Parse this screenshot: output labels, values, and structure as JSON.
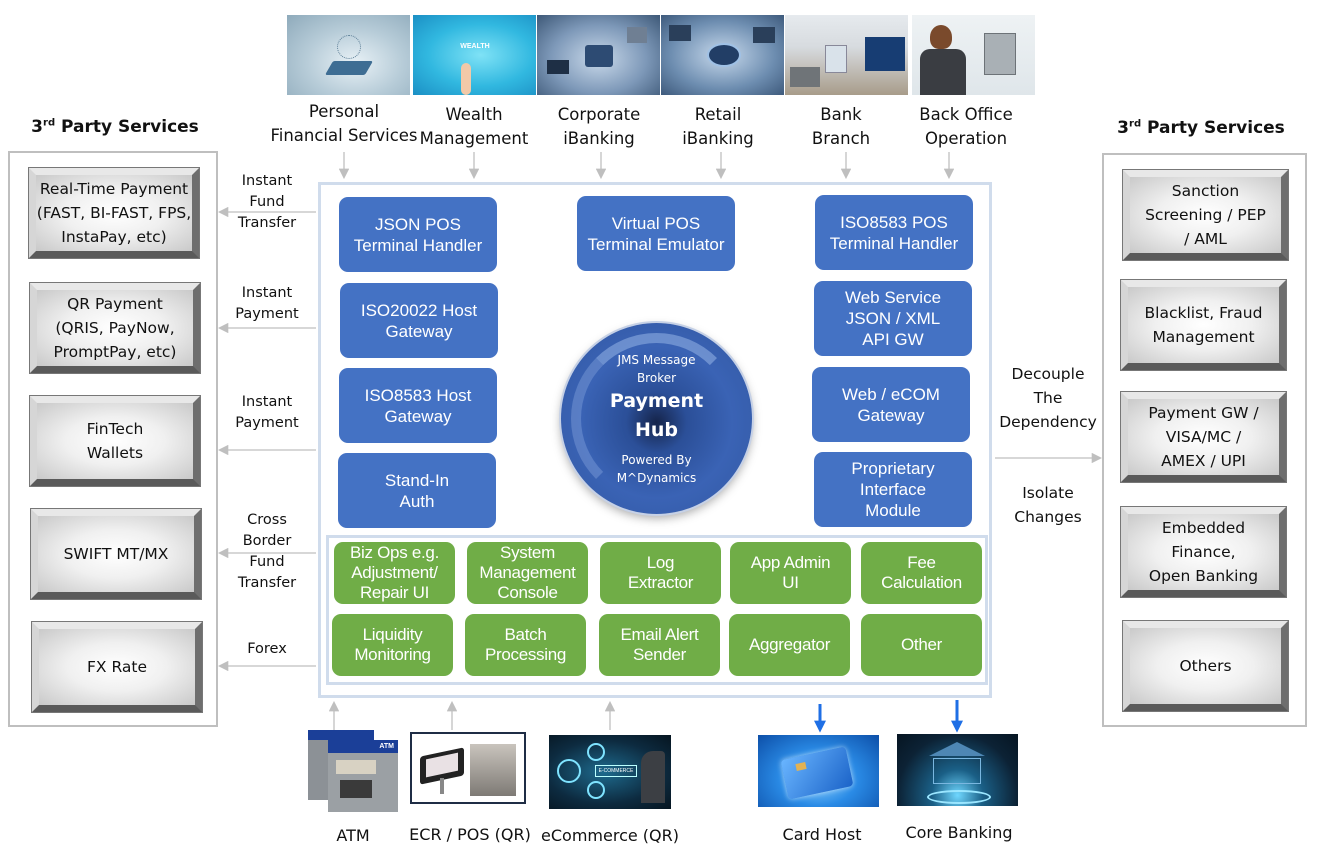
{
  "left_panel": {
    "title_main": "3",
    "title_sup": "rd",
    "title_rest": " Party Services",
    "items": [
      {
        "label_lines": [
          "Real-Time Payment",
          "(FAST, BI-FAST, FPS,",
          "InstaPay, etc)"
        ]
      },
      {
        "label_lines": [
          "QR Payment",
          "(QRIS, PayNow,",
          "PromptPay, etc)"
        ]
      },
      {
        "label_lines": [
          "FinTech",
          "Wallets"
        ]
      },
      {
        "label_lines": [
          "SWIFT MT/MX"
        ]
      },
      {
        "label_lines": [
          "FX Rate"
        ]
      }
    ],
    "flows": [
      {
        "label_lines": [
          "Instant",
          "Fund",
          "Transfer"
        ]
      },
      {
        "label_lines": [
          "Instant",
          "Payment"
        ]
      },
      {
        "label_lines": [
          "Instant",
          "Payment"
        ]
      },
      {
        "label_lines": [
          "Cross",
          "Border",
          "Fund",
          "Transfer"
        ]
      },
      {
        "label_lines": [
          "Forex"
        ]
      }
    ]
  },
  "right_panel": {
    "title_main": "3",
    "title_sup": "rd",
    "title_rest": " Party Services",
    "items": [
      {
        "label_lines": [
          "Sanction",
          "Screening / PEP",
          "/ AML"
        ]
      },
      {
        "label_lines": [
          "Blacklist, Fraud",
          "Management"
        ]
      },
      {
        "label_lines": [
          "Payment GW /",
          "VISA/MC /",
          "AMEX / UPI"
        ]
      },
      {
        "label_lines": [
          "Embedded",
          "Finance,",
          "Open Banking"
        ]
      },
      {
        "label_lines": [
          "Others"
        ]
      }
    ],
    "flow_upper": [
      "Decouple",
      "The",
      "Dependency"
    ],
    "flow_lower": [
      "Isolate",
      "Changes"
    ]
  },
  "top_channels": [
    {
      "label_lines": [
        "Personal",
        "Financial Services"
      ],
      "icon": "personal-finance-image"
    },
    {
      "label_lines": [
        "Wealth",
        "Management"
      ],
      "icon": "wealth-management-image"
    },
    {
      "label_lines": [
        "Corporate",
        "iBanking"
      ],
      "icon": "corporate-ibanking-image"
    },
    {
      "label_lines": [
        "Retail",
        "iBanking"
      ],
      "icon": "retail-ibanking-image"
    },
    {
      "label_lines": [
        "Bank",
        "Branch"
      ],
      "icon": "bank-branch-image"
    },
    {
      "label_lines": [
        "Back Office",
        "Operation"
      ],
      "icon": "back-office-image"
    }
  ],
  "hub": {
    "line1": "JMS Message",
    "line2": "Broker",
    "title1": "Payment",
    "title2": "Hub",
    "powered1": "Powered By",
    "powered2": "M^Dynamics"
  },
  "blue_nodes": {
    "json_pos": [
      "JSON POS",
      "Terminal Handler"
    ],
    "virtual_pos": [
      "Virtual POS",
      "Terminal Emulator"
    ],
    "iso8583_pos": [
      "ISO8583 POS",
      "Terminal Handler"
    ],
    "iso20022_host": [
      "ISO20022 Host",
      "Gateway"
    ],
    "web_service": [
      "Web Service",
      "JSON / XML",
      "API GW"
    ],
    "iso8583_host": [
      "ISO8583 Host",
      "Gateway"
    ],
    "web_ecom": [
      "Web / eCOM",
      "Gateway"
    ],
    "stand_in": [
      "Stand-In",
      "Auth"
    ],
    "proprietary": [
      "Proprietary",
      "Interface",
      "Module"
    ]
  },
  "green_modules": [
    [
      "Biz Ops e.g.",
      "Adjustment/",
      "Repair UI"
    ],
    [
      "System",
      "Management",
      "Console"
    ],
    [
      "Log",
      "Extractor"
    ],
    [
      "App Admin",
      "UI"
    ],
    [
      "Fee",
      "Calculation"
    ],
    [
      "Liquidity",
      "Monitoring"
    ],
    [
      "Batch",
      "Processing"
    ],
    [
      "Email Alert",
      "Sender"
    ],
    [
      "Aggregator"
    ],
    [
      "Other"
    ]
  ],
  "bottom_inputs": [
    {
      "label": "ATM"
    },
    {
      "label": "ECR / POS (QR)"
    },
    {
      "label": "eCommerce (QR)"
    }
  ],
  "bottom_outputs": [
    {
      "label": "Card Host"
    },
    {
      "label": "Core Banking"
    }
  ],
  "colors": {
    "node_blue": "#4472c4",
    "module_green": "#70ad47",
    "container_border": "#d0dcec",
    "arrow_grey": "#bfbfbf",
    "output_arrow_blue": "#1f6fe5"
  }
}
